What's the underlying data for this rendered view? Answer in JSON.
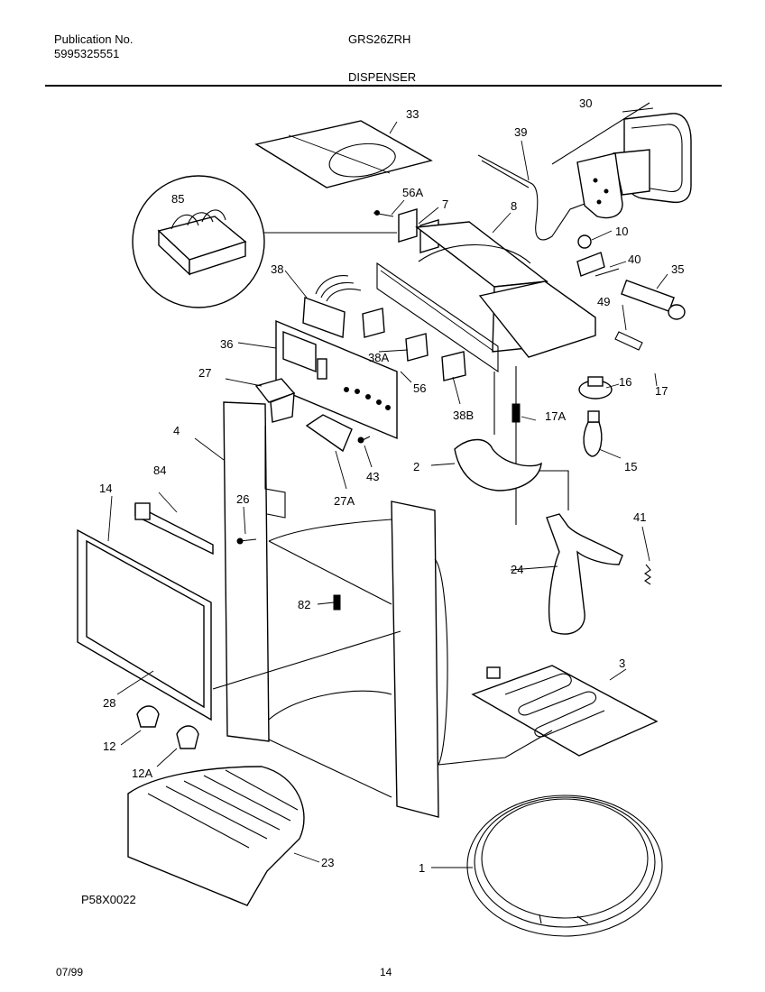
{
  "header": {
    "publication_label": "Publication No.",
    "publication_number": "5995325551",
    "model": "GRS26ZRH",
    "section_title": "DISPENSER"
  },
  "diagram": {
    "code": "P58X0022",
    "part_callouts": [
      "1",
      "2",
      "3",
      "4",
      "7",
      "8",
      "10",
      "12",
      "12A",
      "14",
      "15",
      "16",
      "17",
      "17A",
      "23",
      "24",
      "26",
      "27",
      "27A",
      "28",
      "30",
      "33",
      "35",
      "36",
      "38",
      "38A",
      "38B",
      "39",
      "40",
      "41",
      "43",
      "49",
      "56",
      "56A",
      "82",
      "84",
      "85"
    ]
  },
  "footer": {
    "date": "07/99",
    "page": "14"
  }
}
